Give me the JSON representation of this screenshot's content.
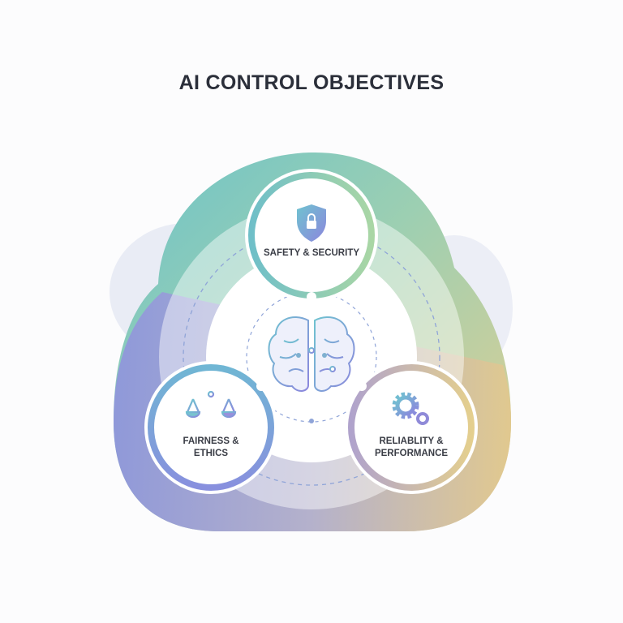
{
  "title": "AI CONTROL OBJECTIVES",
  "nodes": [
    {
      "label": "SAFETY & SECURITY",
      "icon": "shield-lock-icon"
    },
    {
      "label_line1": "FAIRNESS &",
      "label_line2": "ETHICS",
      "icon": "scales-icon"
    },
    {
      "label_line1": "RELIABLITY &",
      "label_line2": "PERFORMANCE",
      "icon": "gears-icon"
    }
  ],
  "center_icon": "brain-icon",
  "colors": {
    "teal": "#6fc2c6",
    "green": "#a6d4a6",
    "purple": "#8d8fdc",
    "gold": "#e6cf8a",
    "title": "#2b2f3a"
  }
}
